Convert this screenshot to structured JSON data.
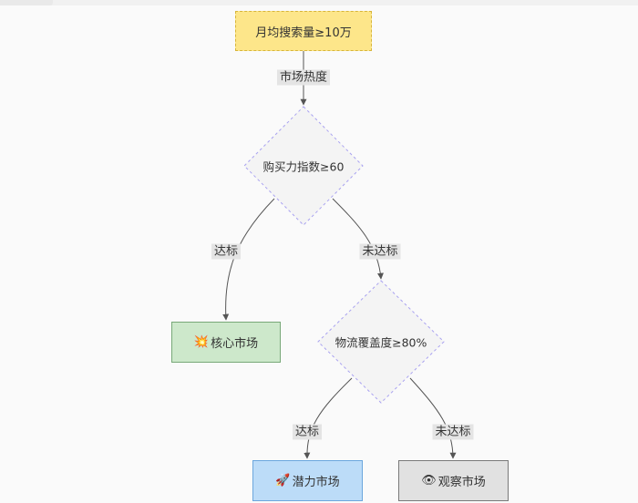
{
  "nodes": {
    "start": "月均搜索量≥10万",
    "decision_1": "购买力指数≥60",
    "decision_2": "物流覆盖度≥80%",
    "core": {
      "icon": "💥",
      "label": "核心市场"
    },
    "potential": {
      "icon": "🚀",
      "label": "潜力市场"
    },
    "watch": {
      "icon": "👁",
      "label": "观察市场"
    }
  },
  "edges": {
    "start_to_decision_1": "市场热度",
    "decision_1_yes": "达标",
    "decision_1_no": "未达标",
    "decision_2_yes": "达标",
    "decision_2_no": "未达标"
  },
  "colors": {
    "start_fill": "#fde68a",
    "decision_fill": "#f4f4f4",
    "decision_stroke": "#a9a2f0",
    "core_fill": "#cde8cb",
    "potential_fill": "#bcdcf8",
    "watch_fill": "#e1e1e1",
    "edge_stroke": "#555555"
  }
}
